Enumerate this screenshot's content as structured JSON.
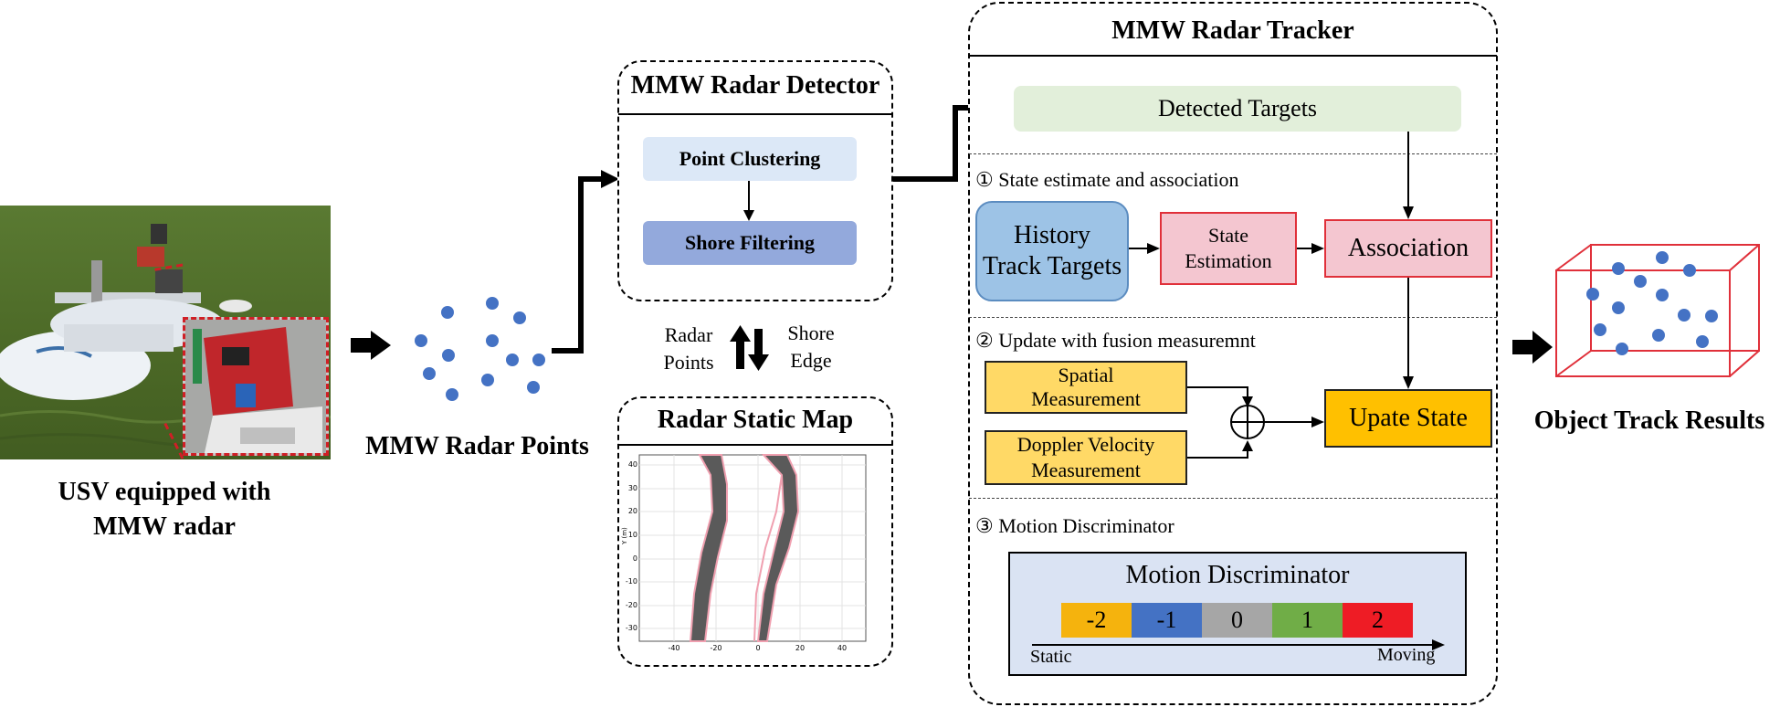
{
  "usv": {
    "caption_line1": "USV equipped with",
    "caption_line2": "MMW radar",
    "water_color": "#4f6b2a",
    "inset_color": "#b03030"
  },
  "points": {
    "caption": "MMW Radar Points",
    "dot_color": "#4472c4",
    "dot_count": 12
  },
  "detector": {
    "title": "MMW Radar Detector",
    "point_clustering": "Point Clustering",
    "shore_filtering": "Shore Filtering",
    "box1_color": "#dce8f7",
    "box2_color": "#93a9dc"
  },
  "exchange": {
    "left_line1": "Radar",
    "left_line2": "Points",
    "right_line1": "Shore",
    "right_line2": "Edge"
  },
  "static_map": {
    "title": "Radar Static Map",
    "ylabel": "Y (m)",
    "yticks": [
      "40",
      "30",
      "20",
      "10",
      "0",
      "-10",
      "-20",
      "-30"
    ],
    "xticks": [
      "-40",
      "-20",
      "0",
      "20",
      "40"
    ],
    "shore_color": "#5a5a5a",
    "edge_color": "#f0a0b0"
  },
  "tracker": {
    "title": "MMW Radar Tracker",
    "detected_targets": "Detected Targets",
    "detected_color": "#e2efda",
    "section1_label": "① State estimate and association",
    "history_line1": "History",
    "history_line2": "Track Targets",
    "history_color": "#9dc3e6",
    "state_line1": "State",
    "state_line2": "Estimation",
    "association": "Association",
    "pink_color": "#f4c6d0",
    "red_border": "#e0303a",
    "section2_label": "② Update with fusion measuremnt",
    "spatial_line1": "Spatial",
    "spatial_line2": "Measurement",
    "doppler_line1": "Doppler Velocity",
    "doppler_line2": "Measurement",
    "yellow_color": "#ffd966",
    "update_state": "Upate State",
    "update_color": "#ffc000",
    "section3_label": "③ Motion Discriminator",
    "md_title": "Motion Discriminator",
    "md_bg": "#dae3f3",
    "md_values": [
      "-2",
      "-1",
      "0",
      "1",
      "2"
    ],
    "md_colors": [
      "#f5b30d",
      "#4472c4",
      "#a6a6a6",
      "#70ad47",
      "#ee1c25"
    ],
    "static_label": "Static",
    "moving_label": "Moving"
  },
  "results": {
    "caption": "Object Track Results",
    "cube_color": "#e0303a",
    "dot_color": "#4472c4"
  }
}
